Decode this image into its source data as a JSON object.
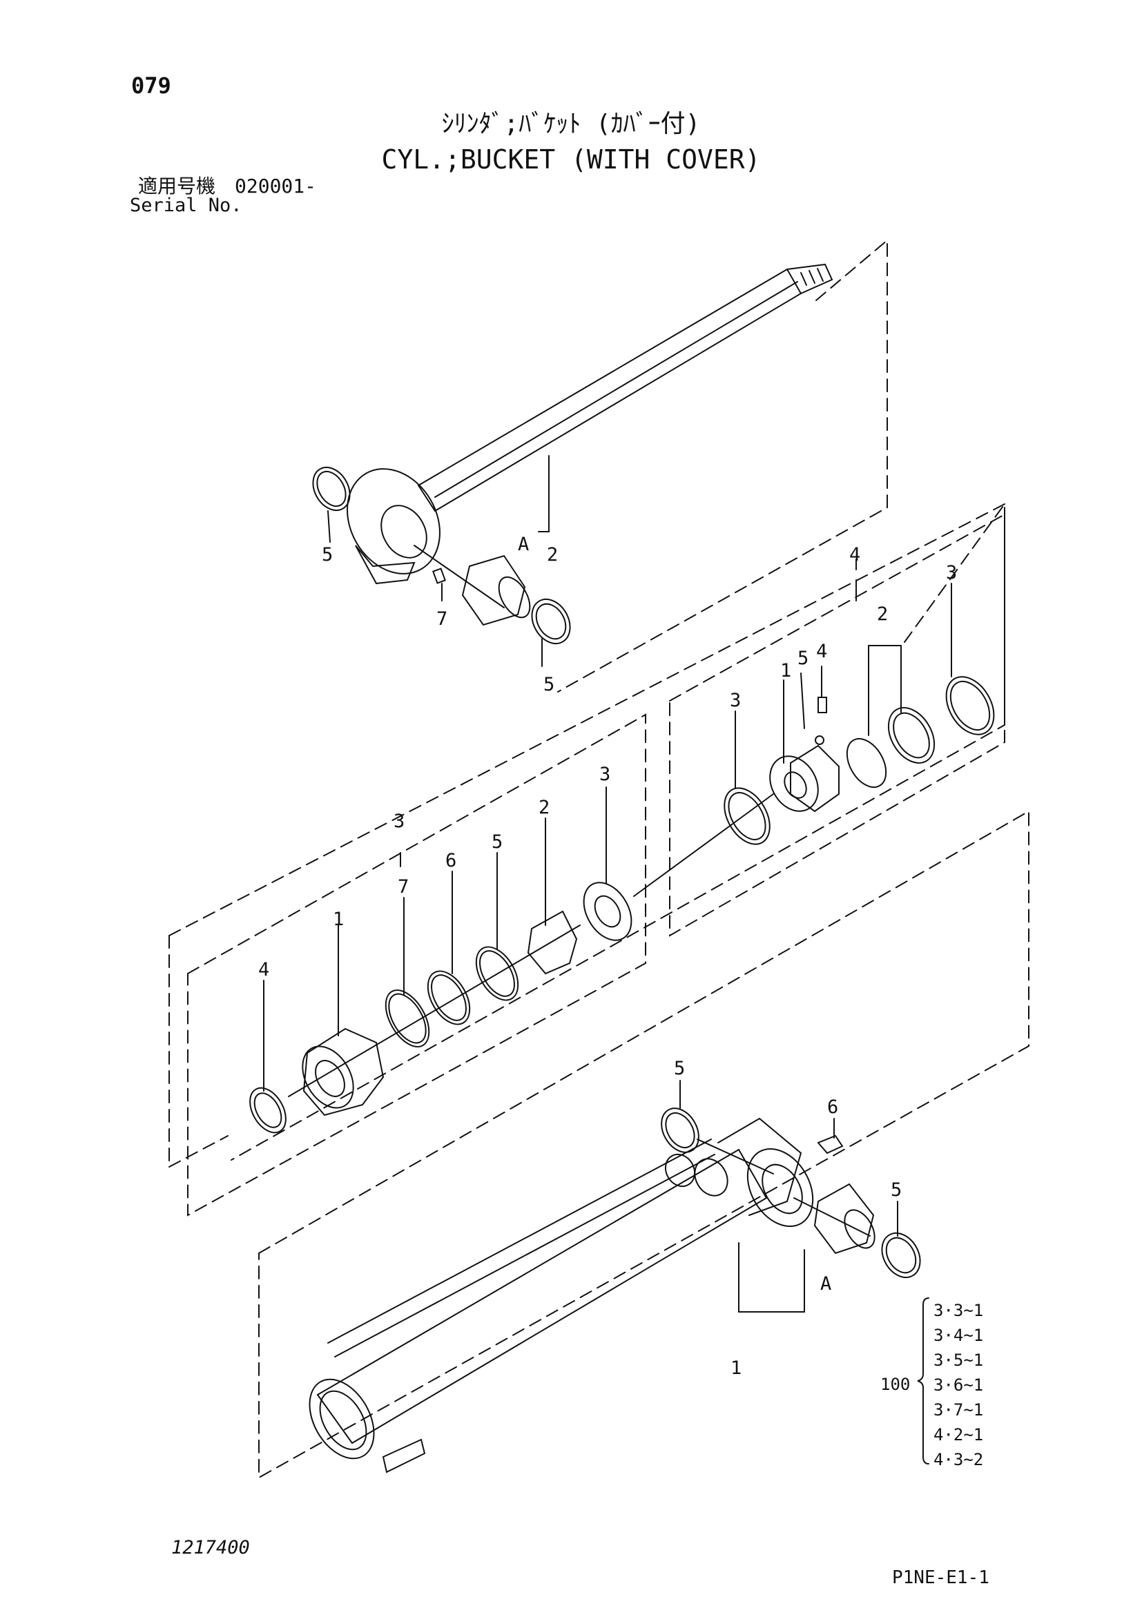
{
  "header": {
    "page_number": "079",
    "title_jp": "ｼﾘﾝﾀﾞ;ﾊﾞｹｯﾄ (ｶﾊﾞｰ付)",
    "title_en": "CYL.;BUCKET (WITH COVER)",
    "serial_label_jp": "適用号機　020001-",
    "serial_label_en": "Serial No."
  },
  "footer": {
    "drawing_number": "1217400",
    "sheet_code": "P1NE-E1-1"
  },
  "callouts": {
    "rod_seal_left": "5",
    "rod_bushing": "A",
    "rod": "2",
    "rod_grease": "7",
    "rod_seal_right": "5",
    "piston_kit": "4",
    "piston_ring_right": "3",
    "piston_slide_pair": "2",
    "piston_setscrew": "4",
    "piston_ball": "5",
    "piston_nut": "1",
    "piston_ring_left": "3",
    "head_kit": "3",
    "head_ring": "3",
    "head_bushing": "2",
    "head_oring": "5",
    "head_backup": "6",
    "head_snap": "7",
    "head_body": "1",
    "head_dust_seal": "4",
    "tube_seal_top": "5",
    "tube_grease": "6",
    "tube_seal_right": "5",
    "tube_bushing": "A",
    "tube": "1"
  },
  "kit_group": {
    "label": "100",
    "items": [
      "3·3~1",
      "3·4~1",
      "3·5~1",
      "3·6~1",
      "3·7~1",
      "4·2~1",
      "4·3~2"
    ]
  }
}
